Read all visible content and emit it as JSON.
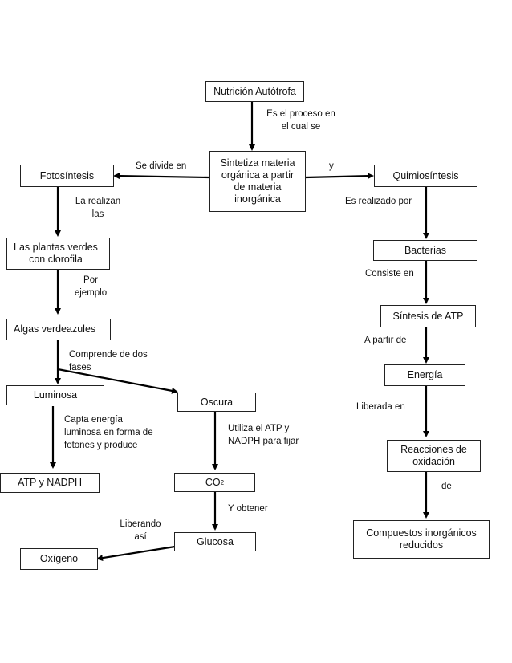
{
  "nodes": {
    "nutricion": "Nutrición Autótrofa",
    "sintetiza": "Sintetiza materia\norgánica a partir\nde materia\ninorgánica",
    "fotosintesis": "Fotosíntesis",
    "quimiosintesis": "Quimiosíntesis",
    "plantas": "Las plantas verdes\ncon clorofila",
    "algas": "Algas verdeazules",
    "luminosa": "Luminosa",
    "oscura": "Oscura",
    "atp_nadph": "ATP y NADPH",
    "co2_main": "CO",
    "co2_sub": "2",
    "glucosa": "Glucosa",
    "oxigeno": "Oxígeno",
    "bacterias": "Bacterias",
    "sintesis_atp": "Síntesis de ATP",
    "energia": "Energía",
    "reacciones": "Reacciones de\noxidación",
    "compuestos": "Compuestos inorgánicos\nreducidos"
  },
  "labels": {
    "es_proceso": "Es el proceso en\nel cual se",
    "se_divide": "Se divide en",
    "y": "y",
    "la_realizan": "La realizan\nlas",
    "es_realizado": "Es realizado por",
    "por_ejemplo": "Por\nejemplo",
    "consiste": "Consiste en",
    "comprende": "Comprende de dos\nfases",
    "a_partir": "A partir de",
    "capta": "Capta energía\nluminosa en forma de\nfotones y produce",
    "utiliza": "Utiliza el ATP y\nNADPH para fijar",
    "liberada": "Liberada en",
    "y_obtener": "Y obtener",
    "liberando": "Liberando\nasí",
    "de": "de"
  }
}
